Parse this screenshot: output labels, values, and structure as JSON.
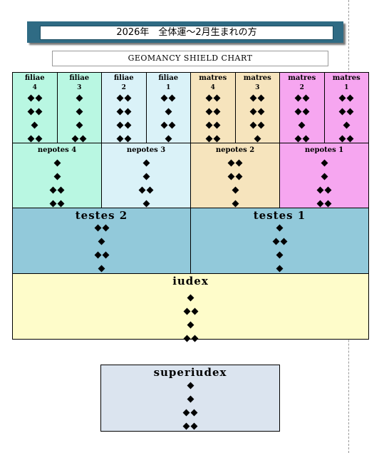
{
  "title": "2026年　全体運～2月生まれの方",
  "subtitle": "GEOMANCY SHIELD CHART",
  "mothers_daughters": [
    {
      "name": "filiae",
      "num": "4",
      "rows": [
        2,
        2,
        1,
        2
      ],
      "color": "mint"
    },
    {
      "name": "filiae",
      "num": "3",
      "rows": [
        1,
        1,
        1,
        2
      ],
      "color": "mint"
    },
    {
      "name": "filiae",
      "num": "2",
      "rows": [
        2,
        2,
        2,
        2
      ],
      "color": "lblue"
    },
    {
      "name": "filiae",
      "num": "1",
      "rows": [
        2,
        1,
        2,
        1
      ],
      "color": "lblue"
    },
    {
      "name": "matres",
      "num": "4",
      "rows": [
        2,
        2,
        2,
        2
      ],
      "color": "wheat"
    },
    {
      "name": "matres",
      "num": "3",
      "rows": [
        2,
        2,
        2,
        1
      ],
      "color": "wheat"
    },
    {
      "name": "matres",
      "num": "2",
      "rows": [
        2,
        2,
        1,
        2
      ],
      "color": "pink"
    },
    {
      "name": "matres",
      "num": "1",
      "rows": [
        2,
        2,
        1,
        2
      ],
      "color": "pink"
    }
  ],
  "nieces": [
    {
      "label": "nepotes 4",
      "rows": [
        1,
        1,
        2,
        2
      ],
      "color": "mint"
    },
    {
      "label": "nepotes 3",
      "rows": [
        1,
        1,
        2,
        1
      ],
      "color": "lblue"
    },
    {
      "label": "nepotes 2",
      "rows": [
        2,
        2,
        1,
        1
      ],
      "color": "wheat"
    },
    {
      "label": "nepotes 1",
      "rows": [
        1,
        1,
        2,
        2
      ],
      "color": "pink"
    }
  ],
  "witnesses": [
    {
      "label": "testes 2",
      "rows": [
        2,
        1,
        2,
        1
      ],
      "color": "steel"
    },
    {
      "label": "testes 1",
      "rows": [
        1,
        2,
        1,
        1
      ],
      "color": "steel"
    }
  ],
  "judge": {
    "label": "iudex",
    "rows": [
      1,
      2,
      1,
      2
    ],
    "color": "cream"
  },
  "superjudge": {
    "label": "superiudex",
    "rows": [
      1,
      1,
      2,
      2
    ],
    "color": "grey"
  }
}
